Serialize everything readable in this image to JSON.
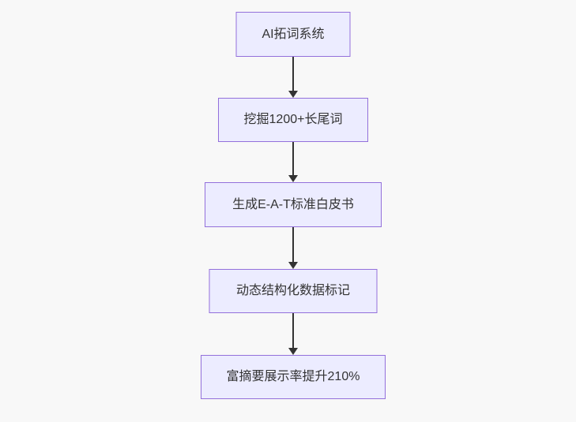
{
  "diagram": {
    "type": "flowchart",
    "direction": "top-down",
    "background_color": "#f8f8f8",
    "node_fill_color": "#ECECFF",
    "node_border_color": "#9370DB",
    "arrow_color": "#333333",
    "text_color": "#333333",
    "nodes": [
      {
        "id": "n1",
        "label": "AI拓词系统"
      },
      {
        "id": "n2",
        "label": "挖掘1200+长尾词"
      },
      {
        "id": "n3",
        "label": "生成E-A-T标准白皮书"
      },
      {
        "id": "n4",
        "label": "动态结构化数据标记"
      },
      {
        "id": "n5",
        "label": "富摘要展示率提升210%"
      }
    ],
    "edges": [
      {
        "from": "n1",
        "to": "n2"
      },
      {
        "from": "n2",
        "to": "n3"
      },
      {
        "from": "n3",
        "to": "n4"
      },
      {
        "from": "n4",
        "to": "n5"
      }
    ]
  }
}
